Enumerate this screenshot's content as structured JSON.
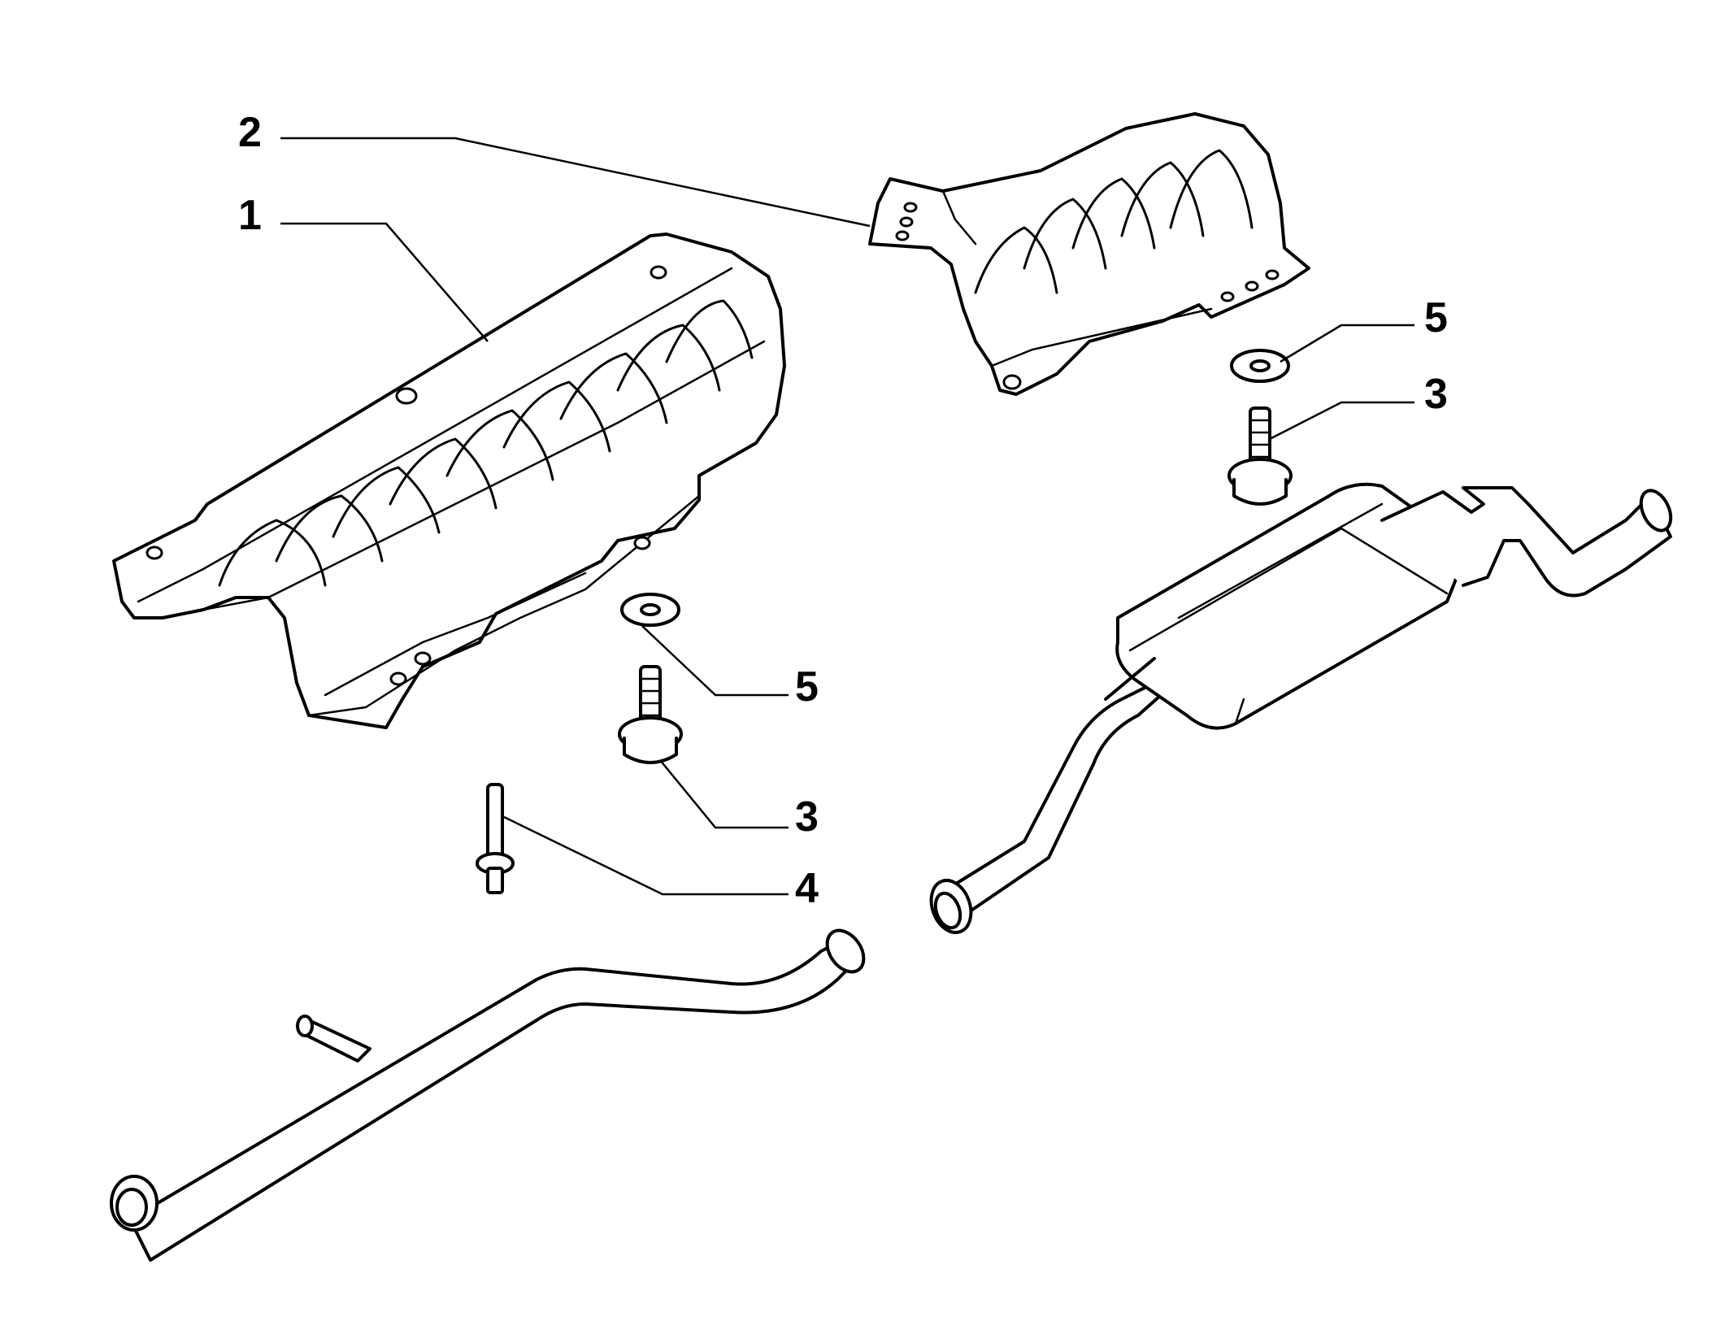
{
  "callouts": [
    {
      "id": "c1",
      "label": "1",
      "part": "heat-shield-front"
    },
    {
      "id": "c2",
      "label": "2",
      "part": "heat-shield-rear"
    },
    {
      "id": "c3a",
      "label": "3",
      "part": "bolt-left"
    },
    {
      "id": "c3b",
      "label": "3",
      "part": "bolt-right"
    },
    {
      "id": "c4",
      "label": "4",
      "part": "stud"
    },
    {
      "id": "c5a",
      "label": "5",
      "part": "washer-left"
    },
    {
      "id": "c5b",
      "label": "5",
      "part": "washer-right"
    }
  ]
}
